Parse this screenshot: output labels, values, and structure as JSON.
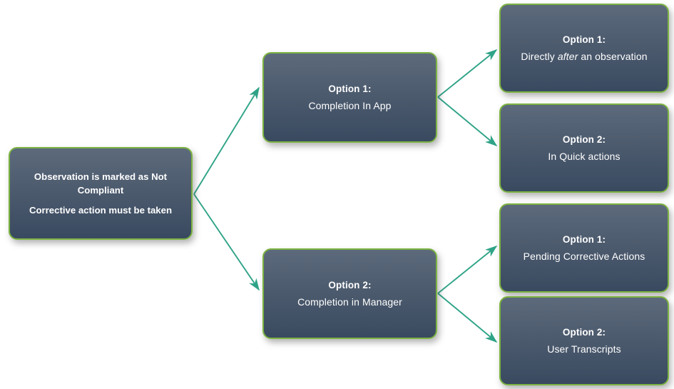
{
  "diagram": {
    "type": "flowchart",
    "accent_arrow_color": "#2fa387",
    "node_border_color": "#7cb342",
    "node_fill_gradient": [
      "#5c6a7c",
      "#394a60"
    ],
    "text_color": "#ffffff",
    "background_color": "#ffffff",
    "nodes": {
      "root": {
        "line1": "Observation is marked as Not Compliant",
        "line2": "Corrective action must be taken"
      },
      "in_app": {
        "title": "Option 1:",
        "subtitle": "Completion In App"
      },
      "in_manager": {
        "title": "Option 2:",
        "subtitle": "Completion in Manager"
      },
      "after_observation": {
        "title": "Option 1:",
        "subtitle_pre": "Directly ",
        "subtitle_em": "after",
        "subtitle_post": " an observation"
      },
      "quick_actions": {
        "title": "Option 2:",
        "subtitle": "In Quick actions"
      },
      "pending_corrective_actions": {
        "title": "Option 1:",
        "subtitle": "Pending Corrective Actions"
      },
      "user_transcripts": {
        "title": "Option 2:",
        "subtitle": "User Transcripts"
      }
    },
    "edges": [
      {
        "from": "root",
        "to": "in_app"
      },
      {
        "from": "root",
        "to": "in_manager"
      },
      {
        "from": "in_app",
        "to": "after_observation"
      },
      {
        "from": "in_app",
        "to": "quick_actions"
      },
      {
        "from": "in_manager",
        "to": "pending_corrective_actions"
      },
      {
        "from": "in_manager",
        "to": "user_transcripts"
      }
    ]
  }
}
